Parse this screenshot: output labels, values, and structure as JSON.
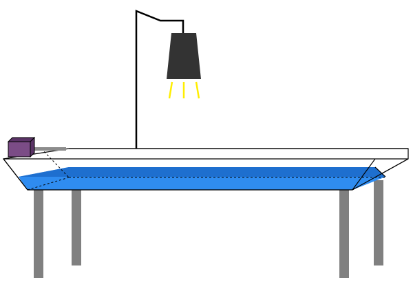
{
  "diagram": {
    "components": [
      {
        "name": "lamp-stand",
        "icon": "lamp-icon"
      },
      {
        "name": "water-tank",
        "icon": "tank-icon"
      },
      {
        "name": "motor-box",
        "icon": "motor-icon"
      },
      {
        "name": "table",
        "icon": "table-icon"
      }
    ]
  },
  "colors": {
    "background": "#ffffff",
    "water": "#2f8cf0",
    "water_dark": "#1e6fcf",
    "lamp_shade": "#333333",
    "light_rays": "#ffee00",
    "table_leg": "#808080",
    "motor": "#7b4c86",
    "motor_dark": "#5a3366",
    "outline": "#000000",
    "rod": "#8c8c8c"
  }
}
